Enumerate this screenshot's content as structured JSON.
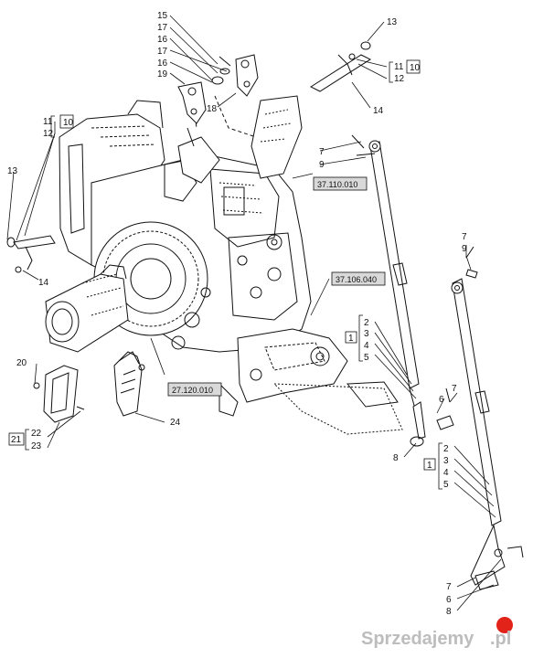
{
  "labels": {
    "n15": "15",
    "n17a": "17",
    "n16a": "16",
    "n17b": "17",
    "n16b": "16",
    "n19": "19",
    "n18": "18",
    "n13a": "13",
    "n11a": "11",
    "n10a": "10",
    "n12a": "12",
    "n14a": "14",
    "n11b": "11",
    "n10b": "10",
    "n12b": "12",
    "n13b": "13",
    "n14b": "14",
    "n7a": "7",
    "n9a": "9",
    "n7b": "7",
    "n9b": "9",
    "box1a": "1",
    "n2a": "2",
    "n3a": "3",
    "n4a": "4",
    "n5a": "5",
    "n7c": "7",
    "n6a": "6",
    "n8a": "8",
    "box1b": "1",
    "n2b": "2",
    "n3b": "3",
    "n4b": "4",
    "n5b": "5",
    "n7d": "7",
    "n6b": "6",
    "n8b": "8",
    "n20": "20",
    "box21": "21",
    "n22": "22",
    "n23": "23",
    "n24": "24"
  },
  "references": {
    "ref_37110": "37.110.010",
    "ref_37106": "37.106.040",
    "ref_27120": "27.120.010"
  },
  "watermark": "Sprzedajemy",
  "watermark_suffix": ".pl",
  "colors": {
    "line": "#111111",
    "ref_box_fill": "#d9d9d9",
    "watermark": "#bdbdbd",
    "logo_red": "#e2231a"
  }
}
